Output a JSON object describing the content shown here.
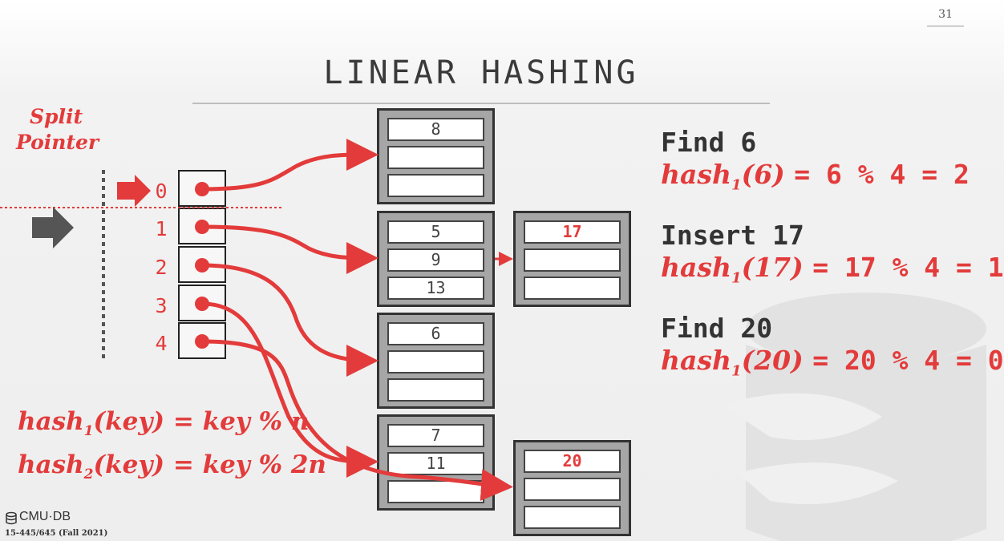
{
  "slide": {
    "page_number": "31",
    "title": "LINEAR HASHING"
  },
  "split_pointer": {
    "label_line1": "Split",
    "label_line2": "Pointer"
  },
  "directory": {
    "slots": [
      "0",
      "1",
      "2",
      "3",
      "4"
    ]
  },
  "buckets": [
    {
      "cells": [
        "8",
        "",
        ""
      ]
    },
    {
      "cells": [
        "5",
        "9",
        "13"
      ]
    },
    {
      "cells": [
        "6",
        "",
        ""
      ]
    },
    {
      "cells": [
        "7",
        "11",
        ""
      ]
    }
  ],
  "overflow_buckets": [
    {
      "cells": [
        "17",
        "",
        ""
      ]
    },
    {
      "cells": [
        "20",
        "",
        ""
      ]
    }
  ],
  "operations": [
    {
      "op": "Find 6",
      "fn": "hash",
      "sub": "1",
      "arg": "(6)",
      "rhs": "=  6 % 4 = 2"
    },
    {
      "op": "Insert 17",
      "fn": "hash",
      "sub": "1",
      "arg": "(17)",
      "rhs": "=  17 % 4 = 1"
    },
    {
      "op": "Find 20",
      "fn": "hash",
      "sub": "1",
      "arg": "(20)",
      "rhs": "=  20 % 4 = 0"
    }
  ],
  "formulas": [
    {
      "fn": "hash",
      "sub": "1",
      "rest": "(key) = key % n"
    },
    {
      "fn": "hash",
      "sub": "2",
      "rest": "(key) = key % 2n"
    }
  ],
  "footer": {
    "logo": "CMU·DB",
    "course": "15-445/645 (Fall 2021)"
  },
  "colors": {
    "accent": "#e33b3b",
    "bucket_fill": "#a6a6a6",
    "text_dark": "#333333"
  }
}
